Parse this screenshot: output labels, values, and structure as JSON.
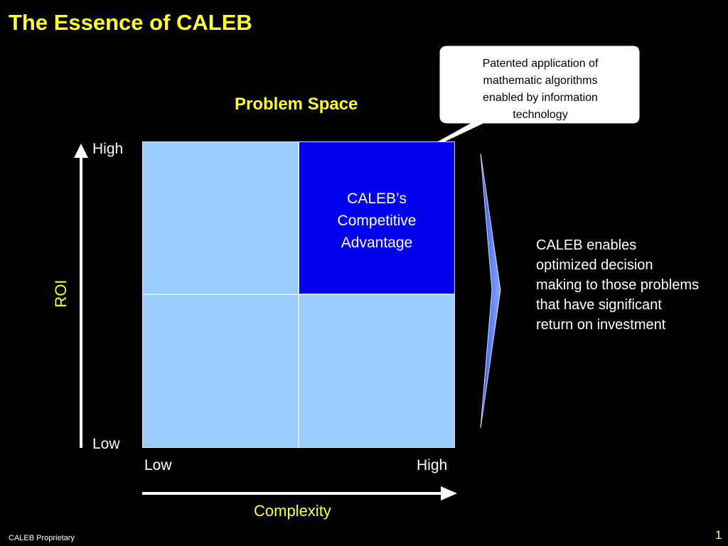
{
  "slide": {
    "title": "The Essence of CALEB",
    "footer": "CALEB Proprietary",
    "page_number": "1"
  },
  "diagram": {
    "heading": "Problem Space",
    "y_axis": {
      "label": "ROI",
      "high": "High",
      "low": "Low"
    },
    "x_axis": {
      "label": "Complexity",
      "low": "Low",
      "high": "High"
    },
    "quadrants": {
      "top_right": "CALEB’s\nCompetitive\nAdvantage"
    },
    "callout": "Patented application of\nmathematic algorithms\nenabled by information\ntechnology",
    "conclusion": "CALEB enables optimized decision making to those problems that have significant return on investment",
    "colors": {
      "title": "#ffff33",
      "quadrant_light": "#99ccff",
      "quadrant_highlight": "#0000ee",
      "background": "#000000",
      "chevron": "#6699ff"
    }
  }
}
